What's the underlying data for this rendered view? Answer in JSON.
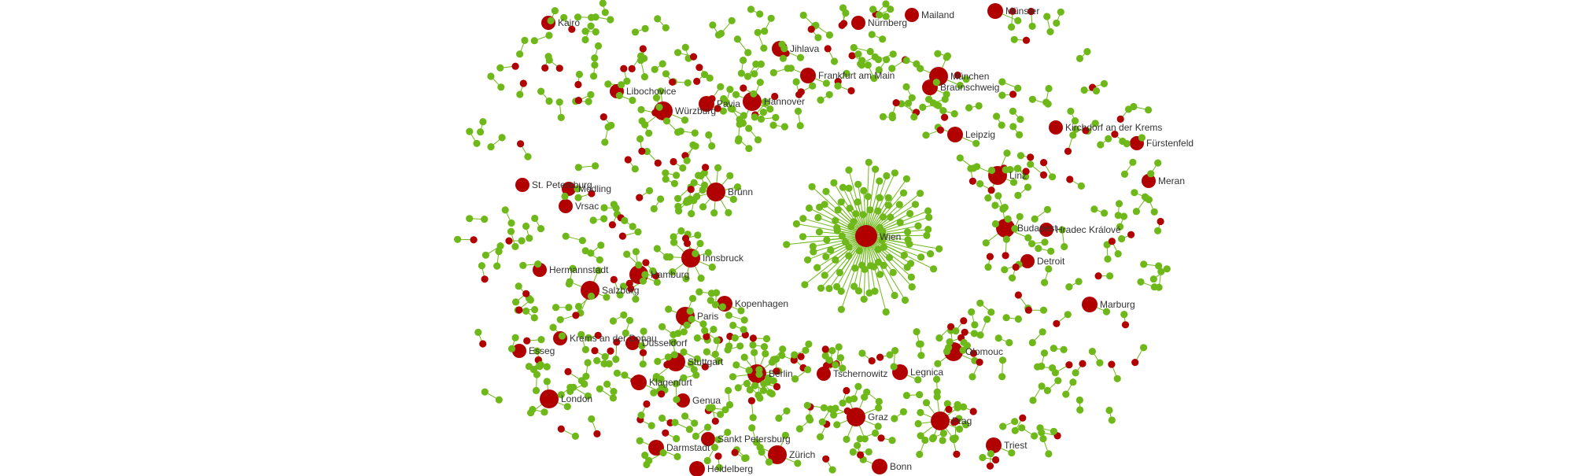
{
  "title": "",
  "colors": {
    "place_node": "#b00000",
    "person_node": "#6fb81a",
    "edge": "#6fb81a",
    "label": "#333333",
    "background": "#ffffff"
  },
  "center_hub": {
    "name": "Wien",
    "degree": 110
  },
  "cities": [
    {
      "name": "Kairo",
      "deg": 0
    },
    {
      "name": "Nürnberg",
      "deg": 0
    },
    {
      "name": "Mailand",
      "deg": 0
    },
    {
      "name": "Münster",
      "deg": 1
    },
    {
      "name": "Jihlava",
      "deg": 1
    },
    {
      "name": "Frankfurt am Main",
      "deg": 2
    },
    {
      "name": "München",
      "deg": 4
    },
    {
      "name": "Braunschweig",
      "deg": 1
    },
    {
      "name": "Libochovice",
      "deg": 0
    },
    {
      "name": "Pavia",
      "deg": 1
    },
    {
      "name": "Hannover",
      "deg": 4
    },
    {
      "name": "Würzburg",
      "deg": 3
    },
    {
      "name": "Leipzig",
      "deg": 2
    },
    {
      "name": "Kirchdorf an der Krems",
      "deg": 0
    },
    {
      "name": "Fürstenfeld",
      "deg": 0
    },
    {
      "name": "Linz",
      "deg": 4
    },
    {
      "name": "Meran",
      "deg": 0
    },
    {
      "name": "St. Petersburg",
      "deg": 0
    },
    {
      "name": "Mödling",
      "deg": 0
    },
    {
      "name": "Vrsac",
      "deg": 0
    },
    {
      "name": "Brünn",
      "deg": 10
    },
    {
      "name": "Budapest",
      "deg": 3
    },
    {
      "name": "Hradec Králové",
      "deg": 0
    },
    {
      "name": "Innsbruck",
      "deg": 9
    },
    {
      "name": "Detroit",
      "deg": 0
    },
    {
      "name": "Hermannstadt",
      "deg": 0
    },
    {
      "name": "Hamburg",
      "deg": 3
    },
    {
      "name": "Salzburg",
      "deg": 4
    },
    {
      "name": "Kopenhagen",
      "deg": 1
    },
    {
      "name": "Marburg",
      "deg": 1
    },
    {
      "name": "Paris",
      "deg": 4
    },
    {
      "name": "Krems an der Donau",
      "deg": 0
    },
    {
      "name": "Düsseldorf",
      "deg": 0
    },
    {
      "name": "Olomouc",
      "deg": 3
    },
    {
      "name": "Esseg",
      "deg": 0
    },
    {
      "name": "Stuttgart",
      "deg": 3
    },
    {
      "name": "Tschernowitz",
      "deg": 0
    },
    {
      "name": "Legnica",
      "deg": 1
    },
    {
      "name": "Berlin",
      "deg": 12
    },
    {
      "name": "Klagenfurt",
      "deg": 2
    },
    {
      "name": "Genua",
      "deg": 0
    },
    {
      "name": "London",
      "deg": 3
    },
    {
      "name": "Graz",
      "deg": 8
    },
    {
      "name": "Prag",
      "deg": 12
    },
    {
      "name": "Triest",
      "deg": 1
    },
    {
      "name": "Darmstadt",
      "deg": 2
    },
    {
      "name": "Sankt Petersburg",
      "deg": 0
    },
    {
      "name": "Zürich",
      "deg": 4
    },
    {
      "name": "Bonn",
      "deg": 2
    },
    {
      "name": "Heidelberg",
      "deg": 1
    }
  ]
}
